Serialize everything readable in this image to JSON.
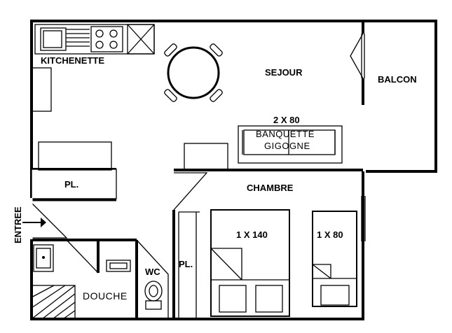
{
  "rooms": {
    "kitchenette": "KITCHENETTE",
    "sejour": "SEJOUR",
    "balcon": "BALCON",
    "chambre": "CHAMBRE",
    "douche": "DOUCHE",
    "wc": "WC",
    "entree": "ENTREE"
  },
  "placards": {
    "pl_left": "PL.",
    "pl_right": "PL."
  },
  "furniture": {
    "banquette_size": "2 X 80",
    "banquette_line1": "BANQUETTE",
    "banquette_line2": "GIGOGNE",
    "bed_double": "1 X 140",
    "bed_single": "1 X 80"
  }
}
